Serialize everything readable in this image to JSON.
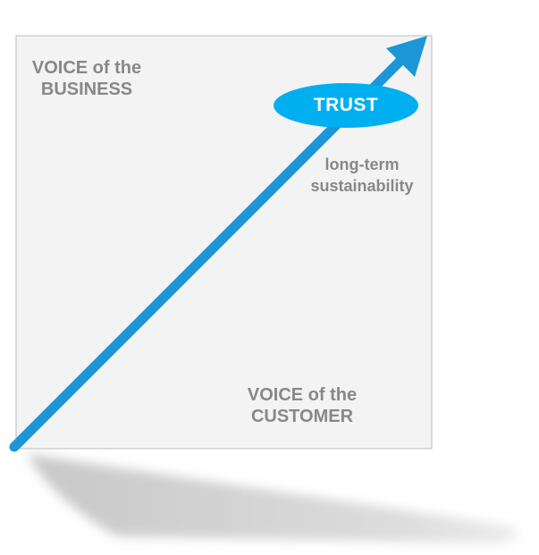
{
  "labels": {
    "voice_business_line1": "VOICE of the",
    "voice_business_line2": "BUSINESS",
    "voice_customer_line1": "VOICE of the",
    "voice_customer_line2": "CUSTOMER",
    "trust": "TRUST",
    "sustainability_line1": "long-term",
    "sustainability_line2": "sustainability"
  },
  "colors": {
    "panel_fill": "#f3f3f3",
    "panel_border": "#bdbdbd",
    "arrow": "#1b96d6",
    "ellipse": "#00aff0",
    "label_text": "#888888",
    "shadow": "#d4d4d4"
  }
}
